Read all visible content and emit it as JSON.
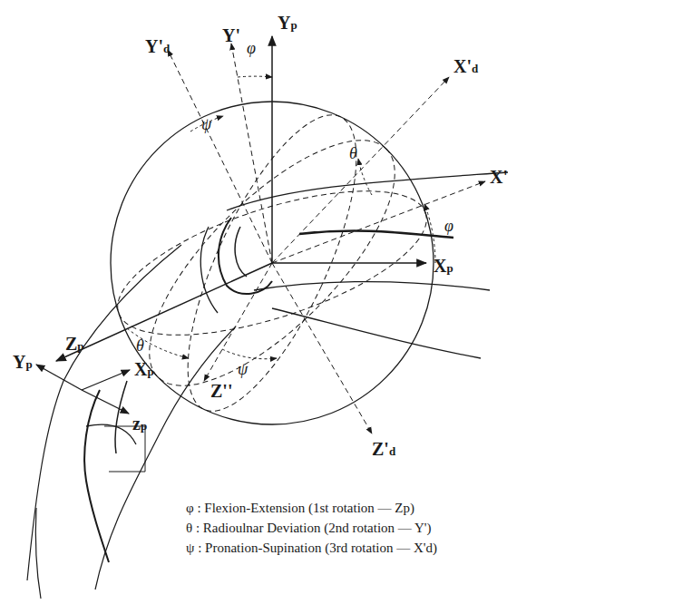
{
  "diagram": {
    "labels": [
      "Yp",
      "Y'",
      "φ",
      "Y'd",
      "X'd",
      "ψ",
      "θ",
      "X'",
      "φ",
      "Xp",
      "θ",
      "ψ",
      "Zp",
      "Z''",
      "Z'd",
      "Yp",
      "Xp",
      "zp",
      "φ : Flexion-Extension (1st rotation — Zp)",
      "θ : Radioulnar Deviation (2nd rotation — Y')",
      "ψ : Pronation-Supination (3rd rotation — X'd)"
    ]
  }
}
